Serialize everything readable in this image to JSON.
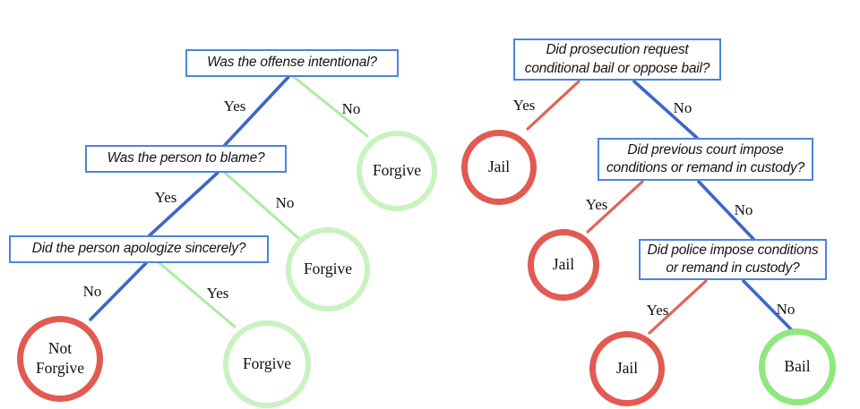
{
  "colors": {
    "question_box_border": "#4a85dd",
    "edge_blue": "#3e66c6",
    "edge_green": "#aeeaa6",
    "edge_red": "#e2635b",
    "outcome_red": "#e25a52",
    "outcome_light_green": "#c8f2bf",
    "outcome_bright_green": "#8ee87e"
  },
  "left_tree": {
    "questions": {
      "q1": "Was the offense intentional?",
      "q2": "Was the person to blame?",
      "q3": "Did the person apologize sincerely?"
    },
    "branches": {
      "q1_yes": "Yes",
      "q1_no": "No",
      "q2_yes": "Yes",
      "q2_no": "No",
      "q3_no": "No",
      "q3_yes": "Yes"
    },
    "outcomes": {
      "forgive_top": "Forgive",
      "forgive_mid": "Forgive",
      "forgive_bottom": "Forgive",
      "not_forgive": "Not Forgive"
    }
  },
  "right_tree": {
    "questions": {
      "q1": "Did prosecution request conditional bail or oppose bail?",
      "q2": "Did previous court impose conditions or remand in custody?",
      "q3": "Did police impose conditions or remand in custody?"
    },
    "branches": {
      "q1_yes": "Yes",
      "q1_no": "No",
      "q2_yes": "Yes",
      "q2_no": "No",
      "q3_yes": "Yes",
      "q3_no": "No"
    },
    "outcomes": {
      "jail_1": "Jail",
      "jail_2": "Jail",
      "jail_3": "Jail",
      "bail": "Bail"
    }
  }
}
